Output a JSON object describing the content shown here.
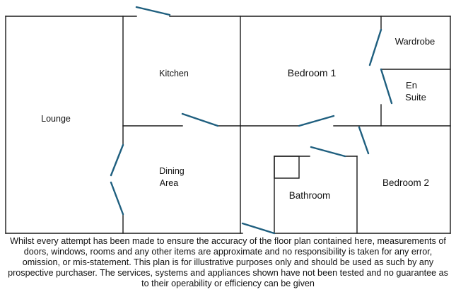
{
  "rooms": {
    "lounge": "Lounge",
    "kitchen": "Kitchen",
    "dining_line1": "Dining",
    "dining_line2": "Area",
    "bedroom1": "Bedroom 1",
    "wardrobe": "Wardrobe",
    "ensuite_line1": "En",
    "ensuite_line2": "Suite",
    "bathroom": "Bathroom",
    "bedroom2": "Bedroom 2"
  },
  "disclaimer": "Whilst every attempt has been made to ensure the accuracy of the floor plan contained here, measurements of doors, windows, rooms and any other items are approximate and no responsibility is taken for any error, omission, or mis-statement. This plan is for illustrative purposes only and should be used as such by any prospective purchaser. The services, systems and appliances shown have not been tested and no guarantee as to their operability or efficiency can be given",
  "colors": {
    "wall": "#1a1a1a",
    "door": "#1f5f7f",
    "text": "#111111"
  }
}
